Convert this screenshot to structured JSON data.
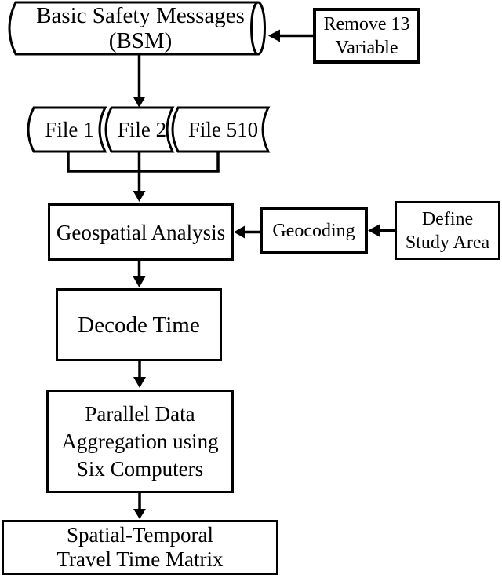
{
  "colors": {
    "stroke": "#000000",
    "fill": "#ffffff",
    "text": "#000000"
  },
  "nodes": {
    "bsm": {
      "line1": "Basic Safety Messages",
      "line2": "(BSM)"
    },
    "remove_variable": {
      "line1": "Remove 13",
      "line2": "Variable"
    },
    "file1": {
      "label": "File 1"
    },
    "file2": {
      "label": "File 2"
    },
    "file510": {
      "label": "File 510"
    },
    "geospatial": {
      "label": "Geospatial Analysis"
    },
    "geocoding": {
      "label": "Geocoding"
    },
    "define_study_area": {
      "line1": "Define",
      "line2": "Study Area"
    },
    "decode_time": {
      "label": "Decode Time"
    },
    "parallel_aggregation": {
      "line1": "Parallel Data",
      "line2": "Aggregation using",
      "line3": "Six Computers"
    },
    "spatial_temporal": {
      "line1": "Spatial-Temporal",
      "line2": "Travel Time Matrix"
    }
  }
}
